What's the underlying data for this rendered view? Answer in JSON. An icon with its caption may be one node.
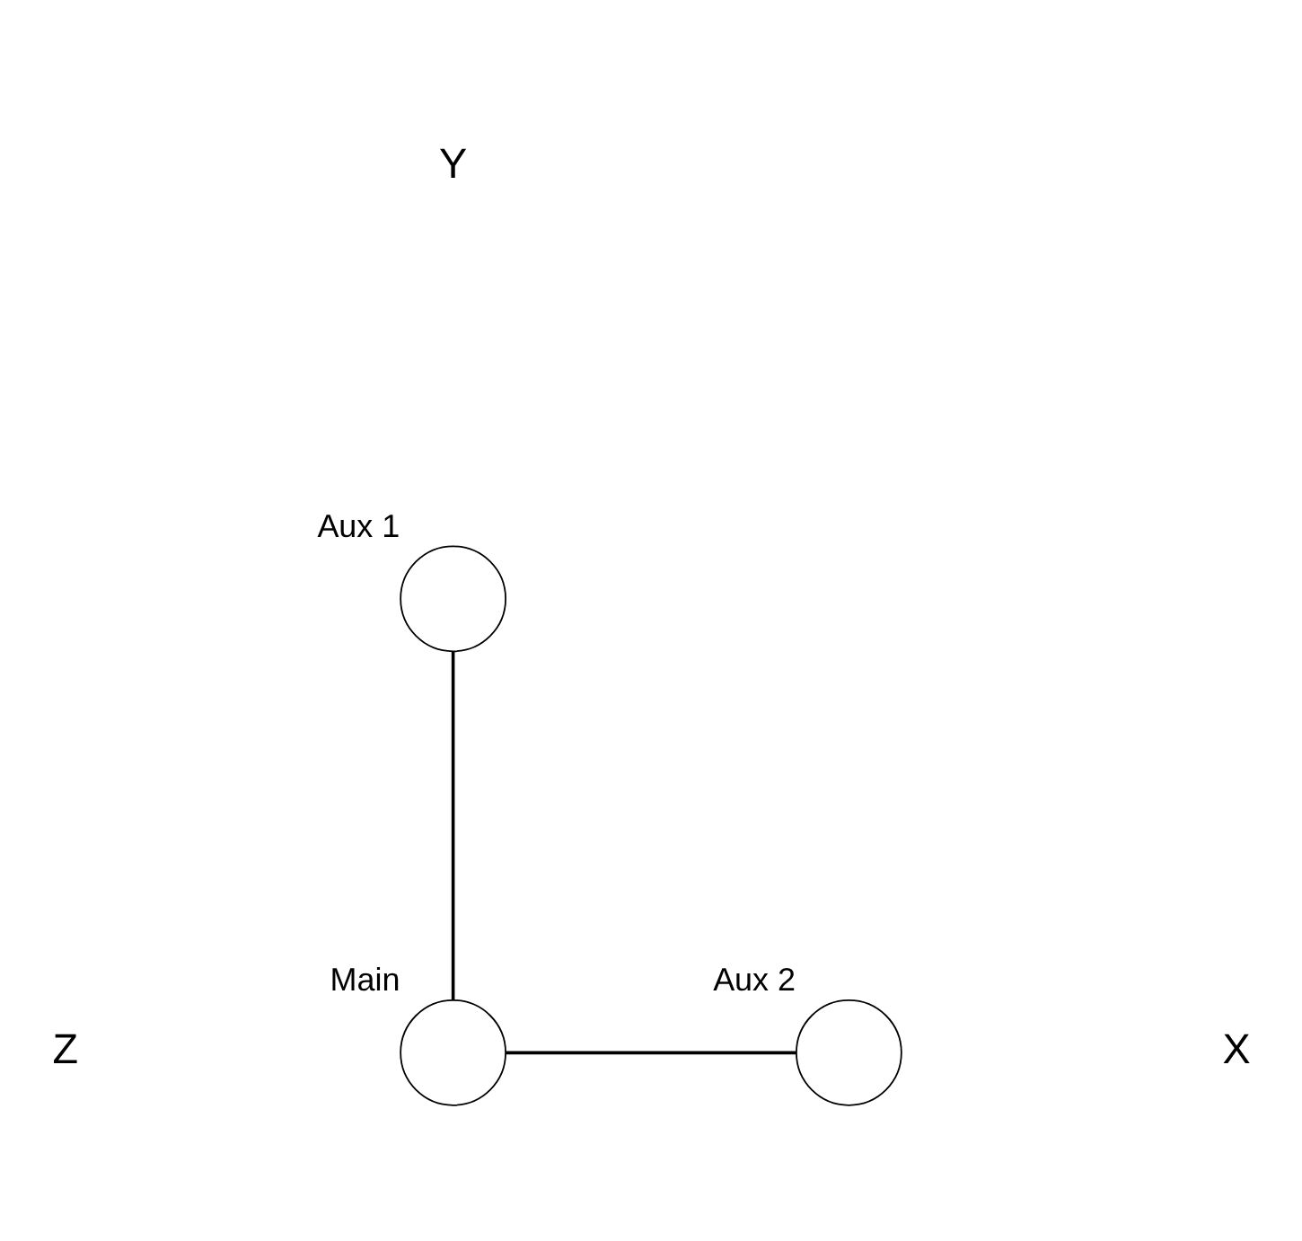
{
  "diagram": {
    "nodes": [
      {
        "text": [],
        "shape": "circle",
        "beside": [
          "Main"
        ]
      },
      {
        "text": [],
        "shape": "circle",
        "beside": [
          "Aux 1"
        ]
      },
      {
        "text": [],
        "shape": "circle",
        "beside": [
          "Aux 2"
        ]
      }
    ],
    "edges": [
      {
        "from": 0,
        "to": 1,
        "arrow": "none"
      },
      {
        "from": 0,
        "to": 2,
        "arrow": "none"
      }
    ],
    "labels": [
      "Y",
      "Z",
      "X"
    ]
  }
}
